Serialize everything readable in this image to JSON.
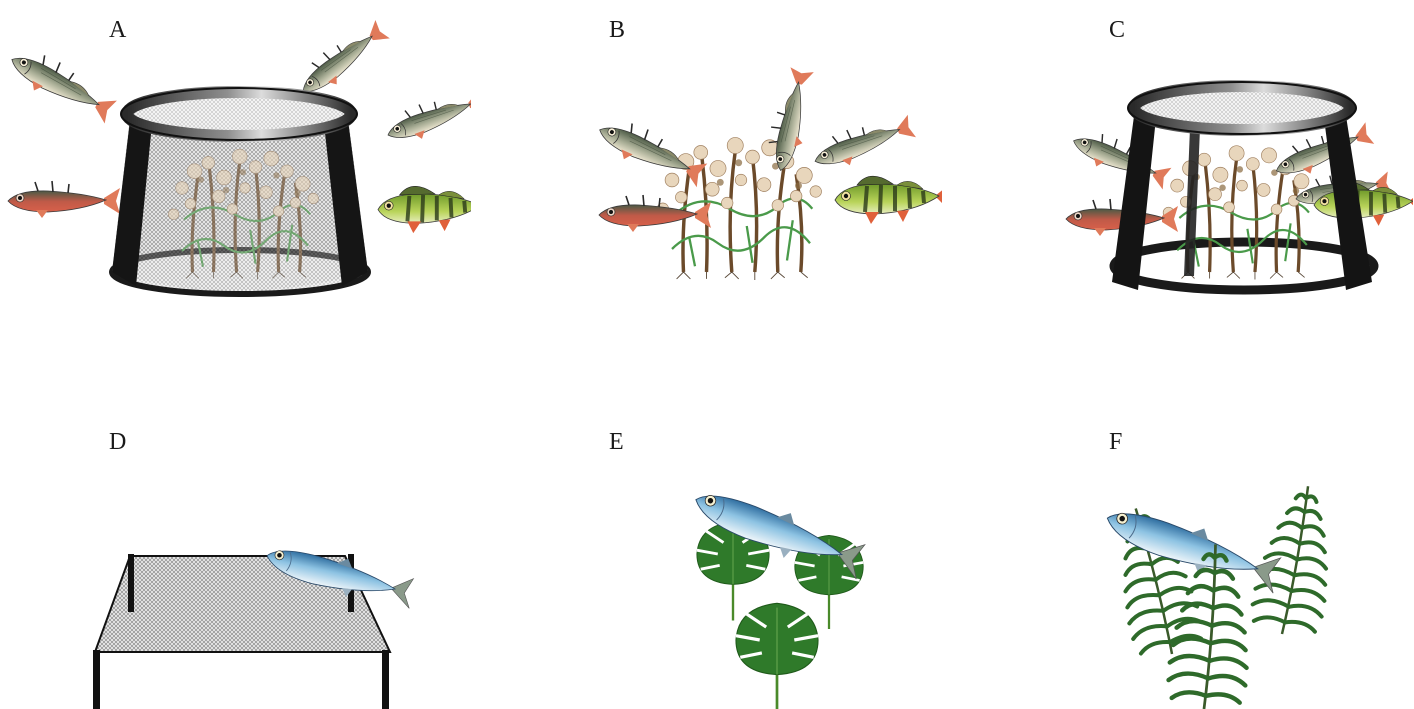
{
  "panels": [
    {
      "label": "A",
      "scene": "fish-excluded-by-mesh-cage-around-plants"
    },
    {
      "label": "B",
      "scene": "open-plants-with-fish"
    },
    {
      "label": "C",
      "scene": "open-sided-cage-control-with-fish"
    },
    {
      "label": "D",
      "scene": "fish-on-mesh-table"
    },
    {
      "label": "E",
      "scene": "fish-on-broad-leaves"
    },
    {
      "label": "F",
      "scene": "fish-on-fern-fronds"
    }
  ],
  "colors": {
    "cage_frame": "#1a1a1a",
    "mesh": "#9a9a9a",
    "stickleback_back": "#5d6d55",
    "stickleback_belly": "#e8e2c8",
    "stickleback_red": "#c84a3a",
    "perch_body": "#9bbf3a",
    "fin_orange": "#e0704a",
    "sprat_back": "#3f86b8",
    "sprat_belly": "#e8f2f8",
    "plant_stem": "#6b4a2a",
    "plant_flower": "#e8d8c0",
    "plant_green": "#3e8a3e",
    "leaf_green": "#2f7a2a",
    "fern_green": "#2e5e2a"
  }
}
